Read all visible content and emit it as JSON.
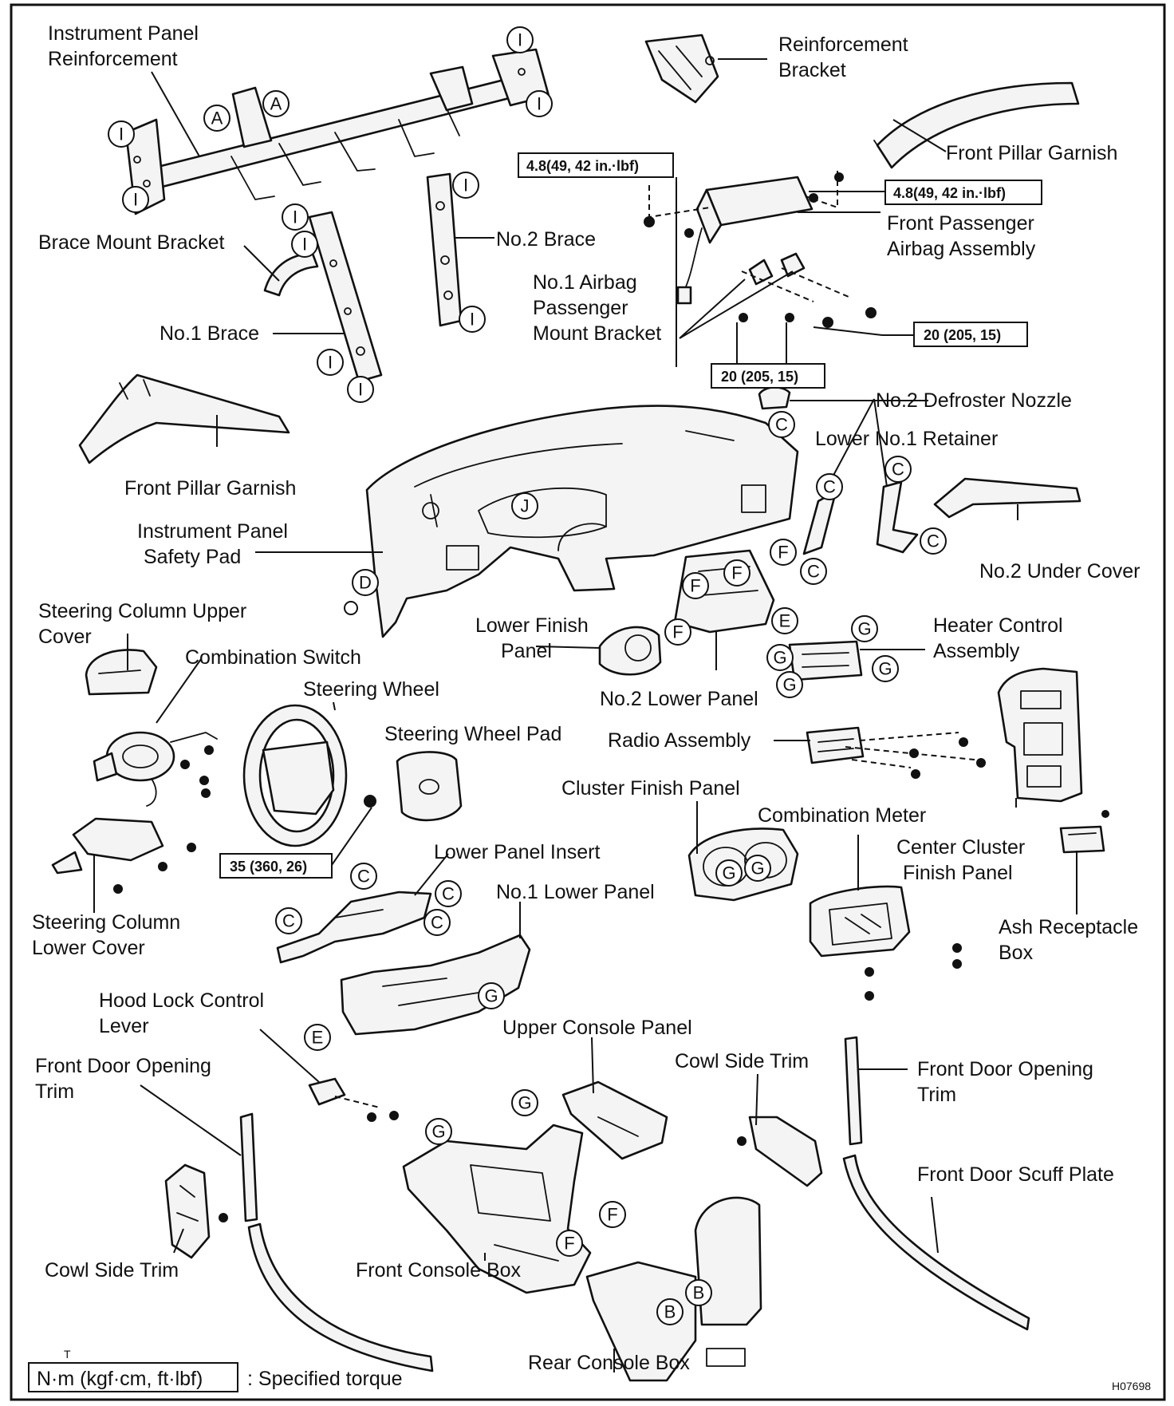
{
  "labels": {
    "ip_reinf_1": "Instrument Panel",
    "ip_reinf_2": "Reinforcement",
    "reinf_bracket_1": "Reinforcement",
    "reinf_bracket_2": "Bracket",
    "front_pillar_garnish_r": "Front Pillar Garnish",
    "brace_mount_bracket": "Brace Mount Bracket",
    "no2_brace": "No.2 Brace",
    "front_passenger_airbag_1": "Front Passenger",
    "front_passenger_airbag_2": "Airbag Assembly",
    "no1_airbag_mount_1": "No.1 Airbag",
    "no1_airbag_mount_2": "Passenger",
    "no1_airbag_mount_3": "Mount Bracket",
    "no1_brace": "No.1 Brace",
    "no2_defroster": "No.2 Defroster Nozzle",
    "front_pillar_garnish_l": "Front Pillar Garnish",
    "lower_no1_retainer": "Lower No.1 Retainer",
    "ip_safety_pad_1": "Instrument Panel",
    "ip_safety_pad_2": "Safety Pad",
    "no2_under_cover": "No.2 Under Cover",
    "steering_column_upper_1": "Steering Column Upper",
    "steering_column_upper_2": "Cover",
    "lower_finish_panel_1": "Lower Finish",
    "lower_finish_panel_2": "Panel",
    "heater_control_1": "Heater Control",
    "heater_control_2": "Assembly",
    "combination_switch": "Combination Switch",
    "no2_lower_panel": "No.2 Lower Panel",
    "steering_wheel": "Steering Wheel",
    "steering_wheel_pad": "Steering Wheel Pad",
    "radio_assembly": "Radio Assembly",
    "cluster_finish_panel": "Cluster Finish Panel",
    "combination_meter": "Combination Meter",
    "lower_panel_insert": "Lower Panel Insert",
    "center_cluster_1": "Center Cluster",
    "center_cluster_2": "Finish Panel",
    "no1_lower_panel": "No.1 Lower Panel",
    "steering_column_lower_1": "Steering Column",
    "steering_column_lower_2": "Lower Cover",
    "ash_receptacle_1": "Ash Receptacle",
    "ash_receptacle_2": "Box",
    "hood_lock_1": "Hood Lock Control",
    "hood_lock_2": "Lever",
    "upper_console_panel": "Upper Console Panel",
    "front_door_opening_l_1": "Front Door Opening",
    "front_door_opening_l_2": "Trim",
    "cowl_side_trim_r": "Cowl Side Trim",
    "front_door_opening_r_1": "Front Door Opening",
    "front_door_opening_r_2": "Trim",
    "front_door_scuff": "Front Door Scuff Plate",
    "cowl_side_trim_l": "Cowl Side Trim",
    "front_console_box": "Front Console Box",
    "rear_console_box": "Rear Console Box"
  },
  "torque": {
    "t1": "4.8(49, 42 in.·lbf)",
    "t2": "4.8(49, 42 in.·lbf)",
    "t3": "20 (205, 15)",
    "t4": "20 (205, 15)",
    "t5": "35 (360, 26)"
  },
  "legend": {
    "unit": "N·m (kgf·cm, ft·lbf)",
    "text": ": Specified torque",
    "marker": "T"
  },
  "figure_code": "H07698",
  "clips": {
    "I": "I",
    "A": "A",
    "C": "C",
    "J": "J",
    "D": "D",
    "F": "F",
    "E": "E",
    "G": "G",
    "B": "B"
  }
}
